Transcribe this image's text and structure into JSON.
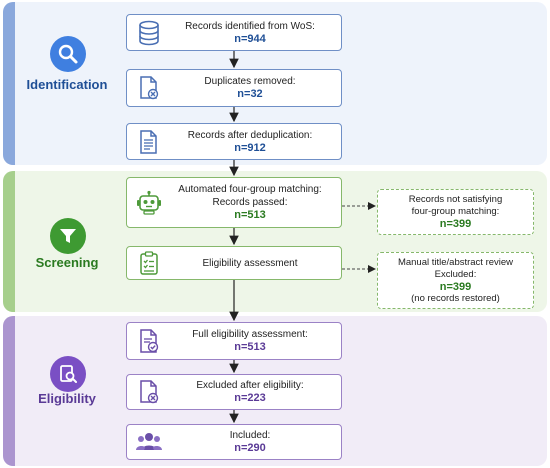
{
  "sections": {
    "identification": {
      "label": "Identification",
      "icon": "magnifier-icon"
    },
    "screening": {
      "label": "Screening",
      "icon": "funnel-icon"
    },
    "eligibility": {
      "label": "Eligibility",
      "icon": "document-search-icon"
    }
  },
  "boxes": {
    "identified": {
      "label": "Records identified from WoS:",
      "n": "n=944",
      "icon": "database-icon"
    },
    "duplicates": {
      "label": "Duplicates removed:",
      "n": "n=32",
      "icon": "document-x-icon"
    },
    "dedup": {
      "label": "Records after deduplication:",
      "n": "n=912",
      "icon": "document-icon"
    },
    "automated": {
      "label1": "Automated four-group matching:",
      "label2": "Records passed:",
      "n": "n=513",
      "icon": "robot-icon"
    },
    "eligibility_assessment": {
      "label": "Eligibility assessment",
      "icon": "clipboard-checklist-icon"
    },
    "full_eligibility": {
      "label": "Full eligibility assessment:",
      "n": "n=513",
      "icon": "document-check-icon"
    },
    "excluded_after": {
      "label": "Excluded after eligibility:",
      "n": "n=223",
      "icon": "document-x-icon"
    },
    "included": {
      "label": "Included:",
      "n": "n=290",
      "icon": "group-icon"
    }
  },
  "side_boxes": {
    "not_satisfying": {
      "label1": "Records not satisfying",
      "label2": "four-group matching:",
      "n": "n=399"
    },
    "manual_review": {
      "label1": "Manual title/abstract review",
      "label2": "Excluded:",
      "n": "n=399",
      "note": "(no records restored)"
    }
  },
  "colors": {
    "identification": "#6f8fc6",
    "screening": "#86b86b",
    "eligibility": "#9b82c6"
  }
}
